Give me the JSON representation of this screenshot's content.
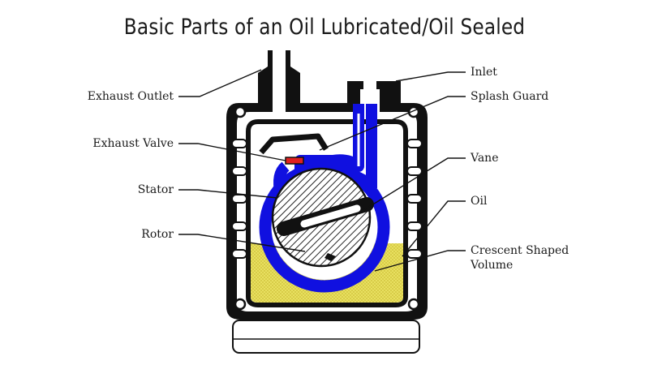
{
  "title": "Basic Parts of an Oil Lubricated/Oil Sealed",
  "labels": {
    "exhaust_outlet": "Exhaust Outlet",
    "exhaust_valve": "Exhaust Valve",
    "stator": "Stator",
    "rotor": "Rotor",
    "inlet": "Inlet",
    "splash_guard": "Splash Guard",
    "vane": "Vane",
    "oil": "Oil",
    "crescent_volume": "Crescent Shaped\nVolume"
  },
  "colors": {
    "stator_blue": "#1010e0",
    "oil_yellow": "#e8e060",
    "valve_red": "#e02020",
    "outline": "#111111"
  },
  "icons": [
    "inlet-connector",
    "exhaust-connector",
    "mounting-bolt-icon"
  ]
}
